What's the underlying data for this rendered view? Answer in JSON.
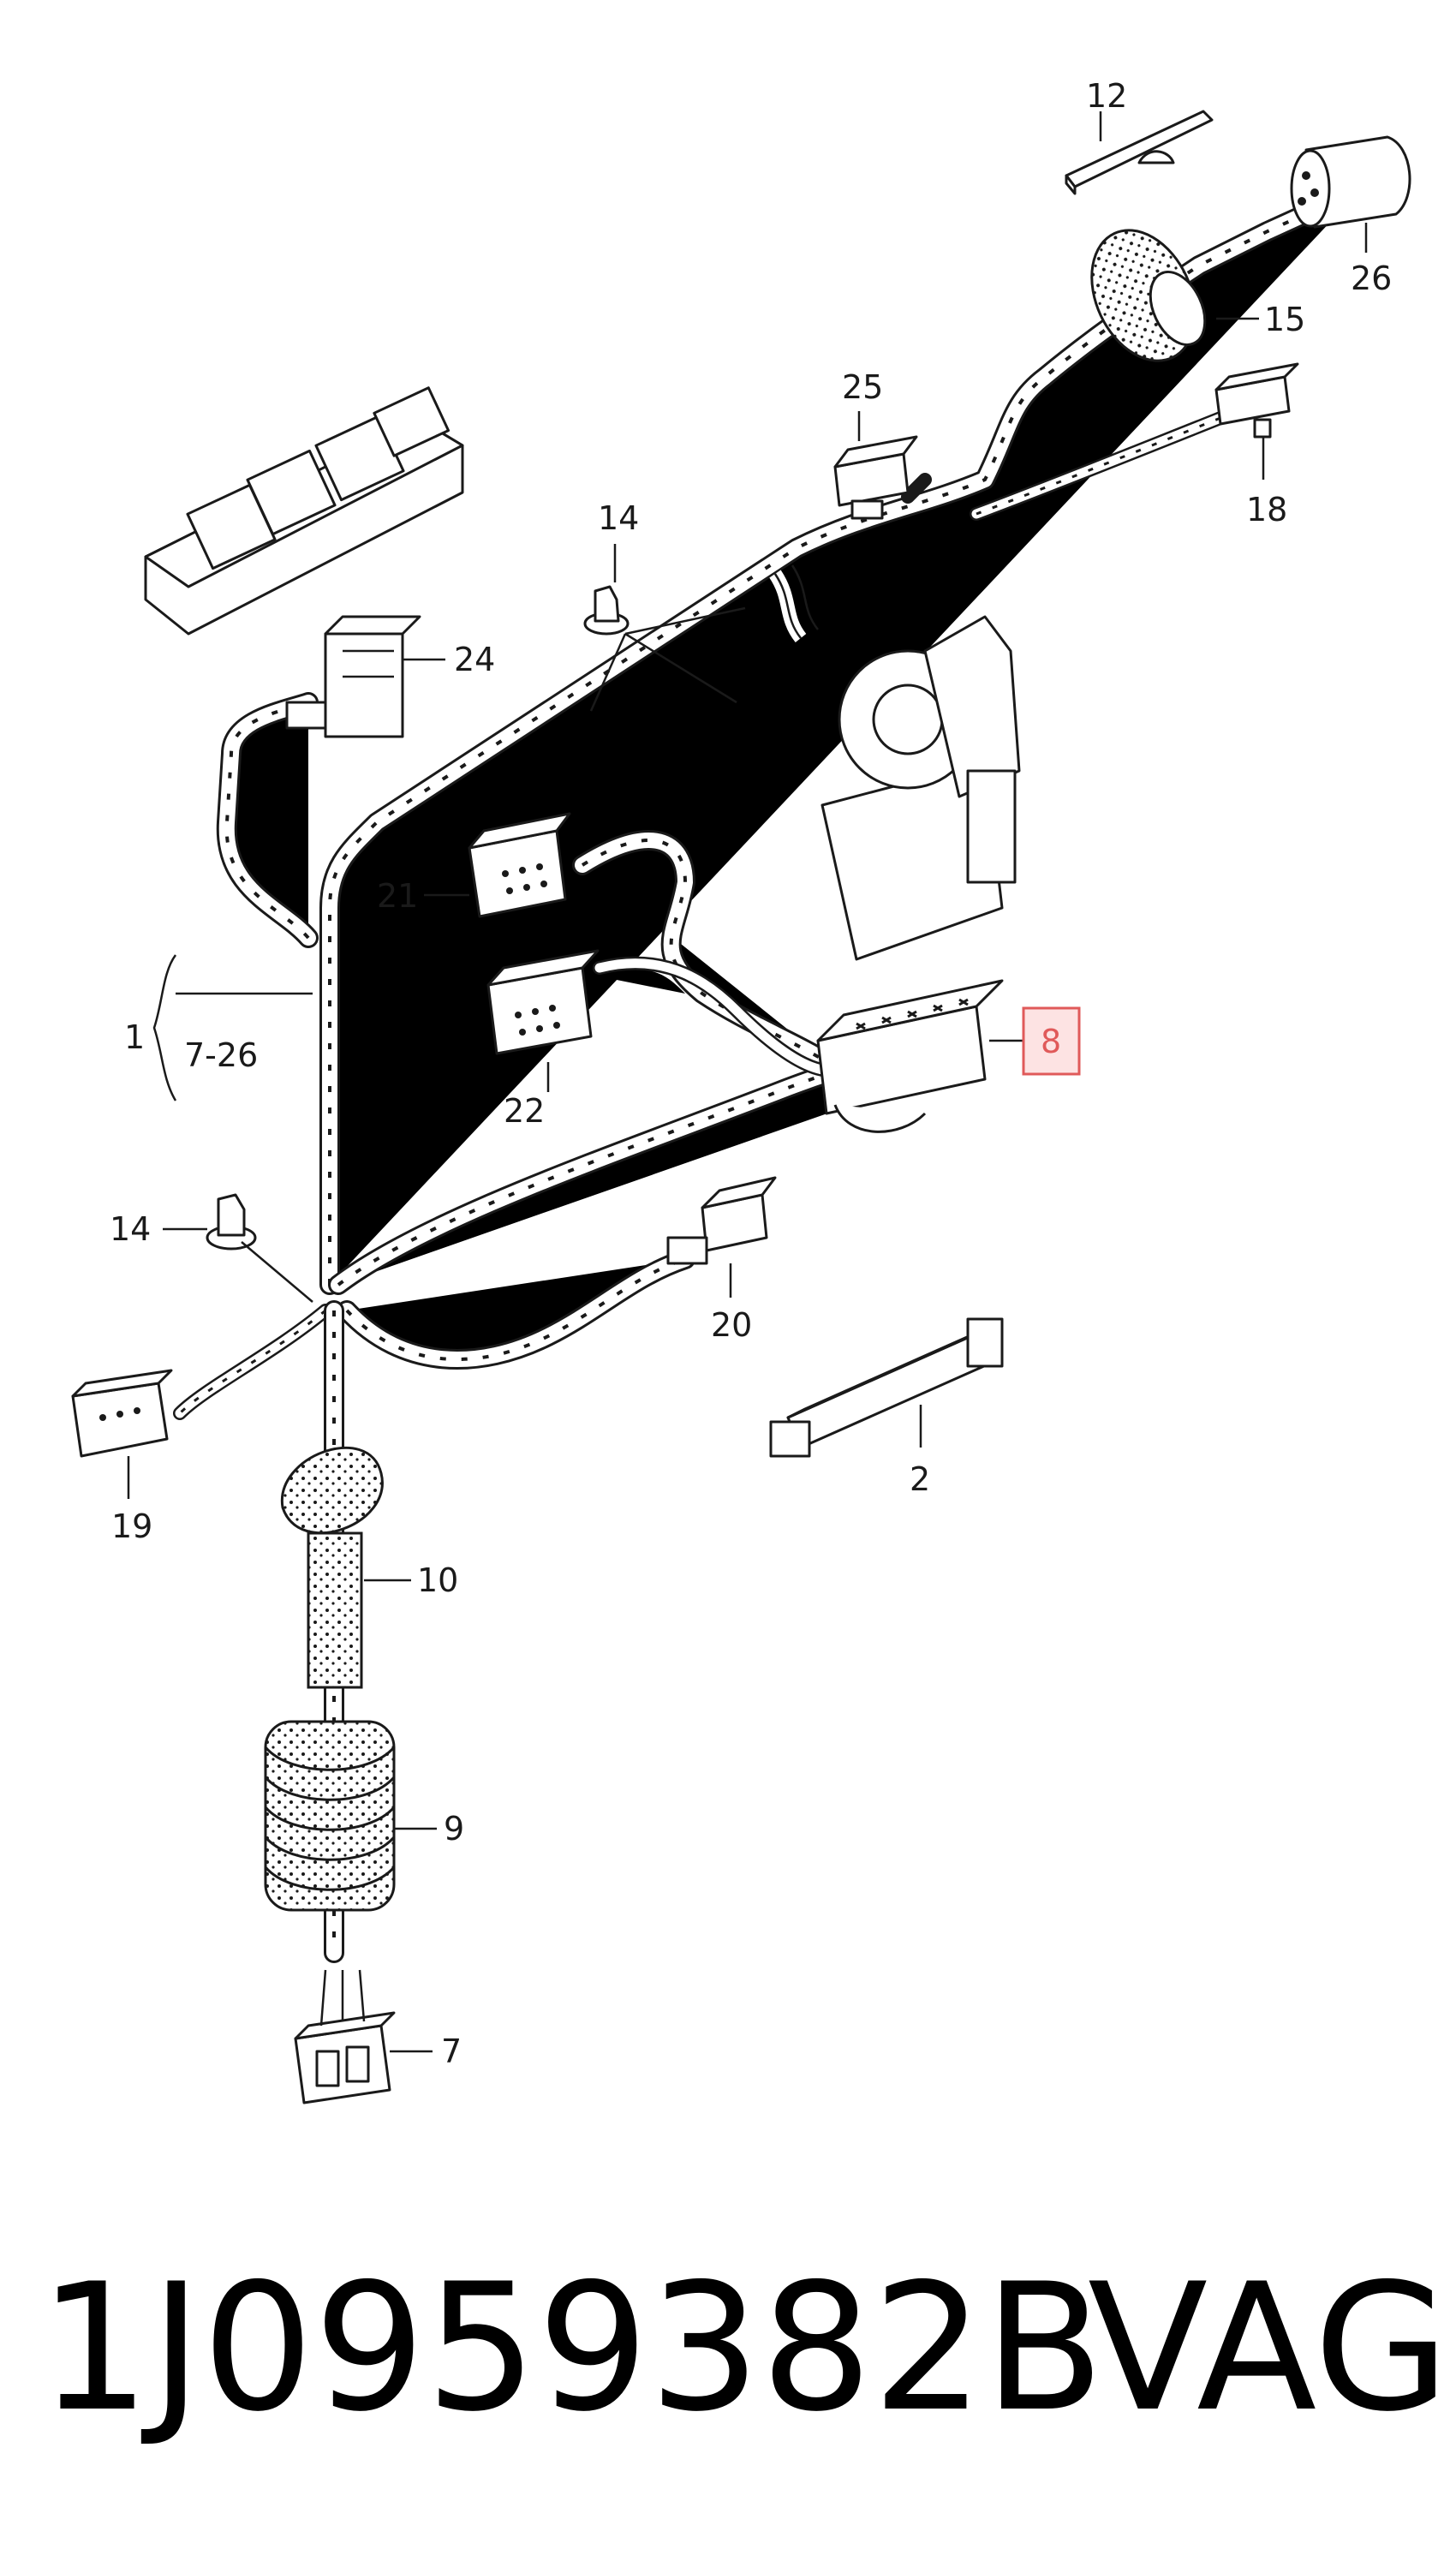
{
  "callouts": [
    {
      "id": "c12",
      "text": "12"
    },
    {
      "id": "c26",
      "text": "26"
    },
    {
      "id": "c15",
      "text": "15"
    },
    {
      "id": "c25",
      "text": "25"
    },
    {
      "id": "c18",
      "text": "18"
    },
    {
      "id": "c14a",
      "text": "14"
    },
    {
      "id": "c24",
      "text": "24"
    },
    {
      "id": "c21",
      "text": "21"
    },
    {
      "id": "c1",
      "text": "1"
    },
    {
      "id": "c7_26",
      "text": "7-26"
    },
    {
      "id": "c22",
      "text": "22"
    },
    {
      "id": "c8",
      "text": "8",
      "highlighted": true
    },
    {
      "id": "c14b",
      "text": "14"
    },
    {
      "id": "c20",
      "text": "20"
    },
    {
      "id": "c19",
      "text": "19"
    },
    {
      "id": "c2",
      "text": "2"
    },
    {
      "id": "c10",
      "text": "10"
    },
    {
      "id": "c9",
      "text": "9"
    },
    {
      "id": "c7",
      "text": "7"
    }
  ],
  "footer": {
    "part_number": "1J0959382B",
    "brand": "VAG"
  },
  "colors": {
    "line": "#1a1a1a",
    "highlight_border": "#e05a5a",
    "highlight_fill": "#fde3e3"
  }
}
